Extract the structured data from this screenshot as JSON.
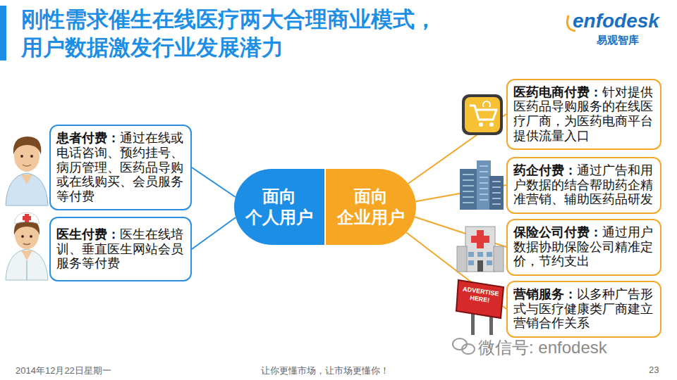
{
  "diagram": {
    "title": "刚性需求催生在线医疗两大合理商业模式， 用户数据激发行业发展潜力",
    "nodes": [
      {
        "text": [
          "患者付费：",
          "通过在线或电话咨询、预约挂号、病历管理、医药品导购或在线购买、会员服务等付费"
        ]
      },
      {
        "text": [
          "医生付费：",
          "医生在线培训、垂直医生网站会员服务等付费"
        ]
      },
      {
        "text": [
          "面向 个人用户"
        ]
      },
      {
        "text": [
          "面向 企业用户"
        ]
      },
      {
        "text": [
          "医药电商付费：",
          "针对提供医药品导购服务的在线医疗厂商，为医药电商平台提供流量入口"
        ]
      },
      {
        "text": [
          "药企付费：",
          "通过广告和用户数据的结合帮助药企精准营销、辅助医药品研发"
        ]
      },
      {
        "text": [
          "保险公司付费：",
          "通过用户数据协助保险公司精准定价，节约支出"
        ]
      },
      {
        "text": [
          "营销服务：",
          "以多种广告形式与医疗健康类厂商建立营销合作关系"
        ]
      }
    ],
    "edges": [
      {
        "from": 2,
        "to": 0,
        "arrow": "none"
      },
      {
        "from": 2,
        "to": 1,
        "arrow": "none"
      },
      {
        "from": 3,
        "to": 4,
        "arrow": "none"
      },
      {
        "from": 3,
        "to": 5,
        "arrow": "none"
      },
      {
        "from": 3,
        "to": 6,
        "arrow": "none"
      },
      {
        "from": 3,
        "to": 7,
        "arrow": "none"
      }
    ],
    "labels": [
      "enfodesk",
      "易观智库",
      "ADVERTISE HERE!",
      "微信号: enfodesk",
      "2014年12月22日星期一",
      "让你更懂市场，让市场更懂你！",
      "23"
    ]
  }
}
